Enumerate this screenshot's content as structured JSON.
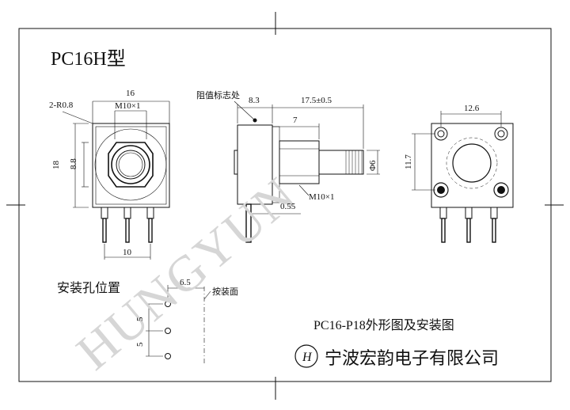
{
  "title": "PC16H型",
  "watermark": "HUNGYUN",
  "front_view": {
    "dim_width": "16",
    "dim_corner": "2-R0.8",
    "dim_thread": "M10×1",
    "dim_height": "18",
    "dim_center": "8.8",
    "dim_pin_span": "10"
  },
  "side_view": {
    "mark_label": "阻值标志处",
    "dim_body": "8.3",
    "dim_shaft": "17.5±0.5",
    "dim_bush": "7",
    "dim_shaft_dia": "Φ6",
    "dim_pin_thk": "0.55",
    "dim_thread": "M10×1"
  },
  "rear_view": {
    "dim_width": "12.6",
    "dim_height": "11.7"
  },
  "mounting": {
    "label": "安装孔位置",
    "dim_offset": "6.5",
    "panel_label": "按装面",
    "dim_pitch_1": "5",
    "dim_pitch_2": "5"
  },
  "caption": "PC16-P18外形图及安装图",
  "company": {
    "logo_letter": "H",
    "name": "宁波宏韵电子有限公司"
  }
}
